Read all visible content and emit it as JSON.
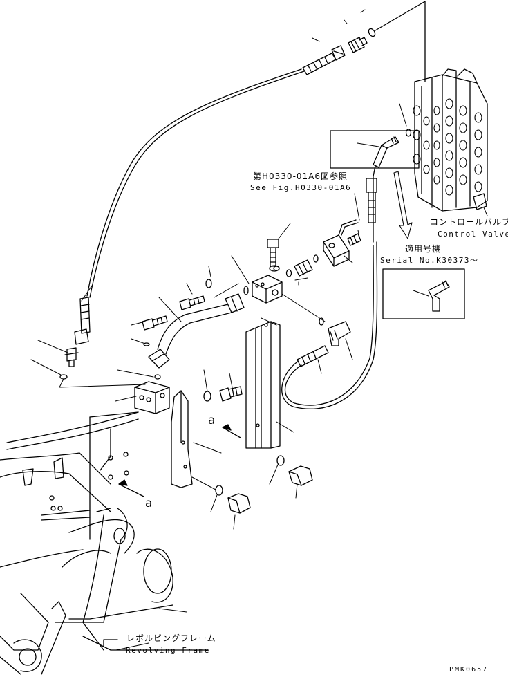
{
  "labels": {
    "see_fig_jp": "第H0330-01A6図参照",
    "see_fig_en": "See Fig.H0330-01A6",
    "control_valve_jp": "コントロールバルブ",
    "control_valve_en": "Control Valve",
    "serial_jp": "適用号機",
    "serial_en": "Serial No.K30373～",
    "revolving_frame_jp": "レボルビングフレーム",
    "revolving_frame_en": "Revolving Frame",
    "arrow_a_upper": "a",
    "arrow_a_lower": "a",
    "drawing_code": "PMK0657"
  },
  "colors": {
    "line": "#000000",
    "background": "#ffffff"
  }
}
